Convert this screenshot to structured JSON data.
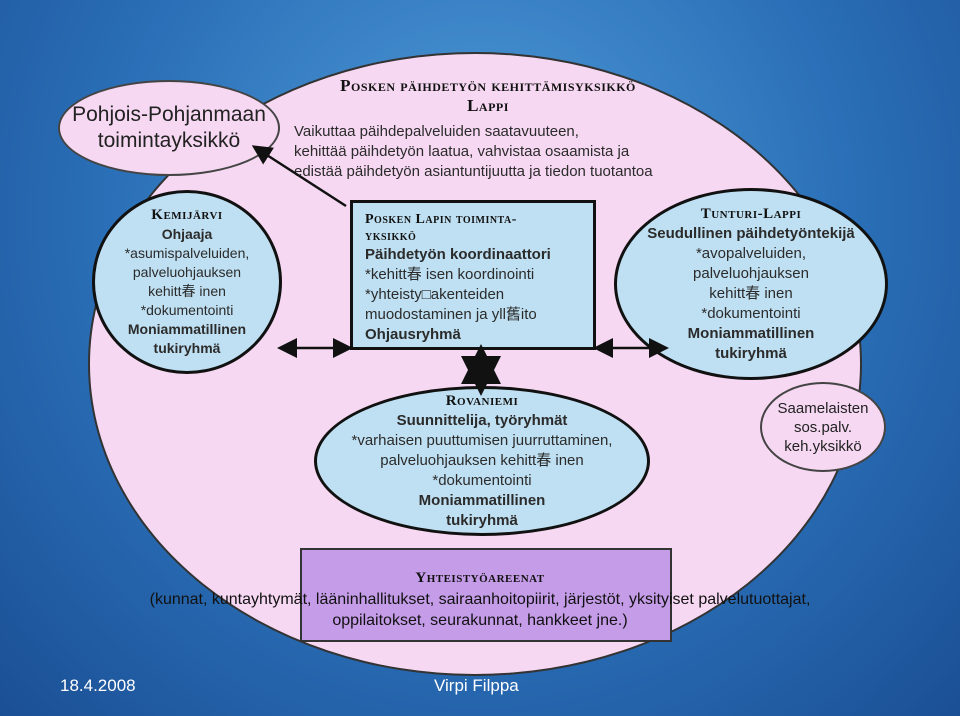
{
  "top": {
    "title_1": "Posken päihdetyön kehittämisyksikkö",
    "title_2": "Lappi",
    "lines": [
      "Vaikuttaa päihdepalveluiden saatavuuteen,",
      "kehittää päihdetyön laatua, vahvistaa osaamista ja",
      "edistää päihdetyön asiantuntijuutta ja tiedon tuotantoa"
    ]
  },
  "pohjois": {
    "lines": [
      "Pohjois-Pohjanmaan",
      "toimintayksikkö"
    ]
  },
  "kemijarvi": {
    "title": "Kemijärvi",
    "lines": [
      "Ohjaaja",
      "*asumispalveluiden,",
      "palveluohjauksen",
      "kehitt春 inen",
      "*dokumentointi",
      "Moniammatillinen",
      "tukiryhmä"
    ]
  },
  "center": {
    "title_1": "Posken Lapin toiminta-",
    "title_2": "yksikkö",
    "lines": [
      "Päihdetyön koordinaattori",
      "*kehitt春 isen koordinointi",
      "*yhteisty□akenteiden",
      "muodostaminen ja yll舊ito",
      "Ohjausryhmä"
    ]
  },
  "tunturi": {
    "title": "Tunturi-Lappi",
    "lines": [
      "Seudullinen päihdetyöntekijä",
      "*avopalveluiden,",
      "palveluohjauksen",
      "kehitt春 inen",
      "*dokumentointi",
      "Moniammatillinen",
      "tukiryhmä"
    ]
  },
  "rovaniemi": {
    "title": "Rovaniemi",
    "lines": [
      "Suunnittelija, työryhmät",
      "*varhaisen puuttumisen juurruttaminen,",
      "palveluohjauksen kehitt春 inen",
      "*dokumentointi",
      "Moniammatillinen",
      "tukiryhmä"
    ]
  },
  "saamelaisten": {
    "lines": [
      "Saamelaisten",
      "sos.palv.",
      "keh.yksikkö"
    ]
  },
  "yhteistyo": {
    "title": "Yhteistyöareenat",
    "lines": [
      "(kunnat, kuntayhtymät, lääninhallitukset, sairaanhoitopiirit, järjestöt, yksityiset palvelutuottajat,",
      "oppilaitokset, seurakunnat, hankkeet jne.)"
    ]
  },
  "footer": {
    "date": "18.4.2008",
    "author": "Virpi Filppa"
  }
}
